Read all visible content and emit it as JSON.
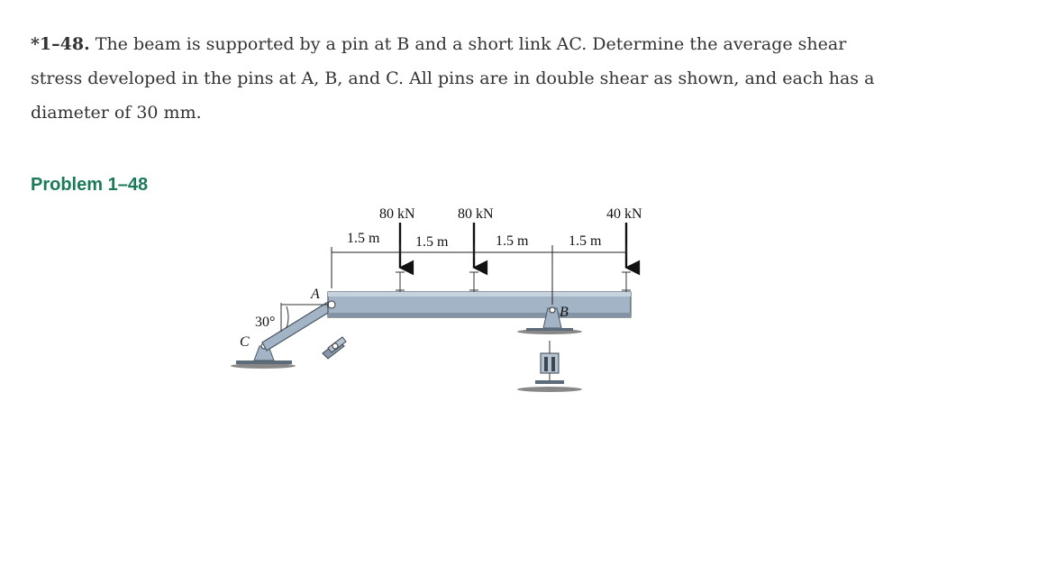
{
  "problem": {
    "number": "*1–48.",
    "text_line1": "The beam is supported by a pin at B and a short link AC. Determine the average shear",
    "text_line2": "stress developed in the pins at A, B, and C. All pins are in double shear as shown, and each has a",
    "text_line3": "diameter of 30 mm."
  },
  "figure": {
    "label": "Problem 1–48",
    "loads": [
      "80 kN",
      "80 kN",
      "40 kN"
    ],
    "spacings": [
      "1.5 m",
      "1.5 m",
      "1.5 m",
      "1.5 m"
    ],
    "angle": "30°",
    "points": {
      "a": "A",
      "b": "B",
      "c": "C"
    },
    "colors": {
      "beam": "#a3b4c6",
      "beam_edge": "#4a5866",
      "title": "#1a7a5a"
    }
  }
}
